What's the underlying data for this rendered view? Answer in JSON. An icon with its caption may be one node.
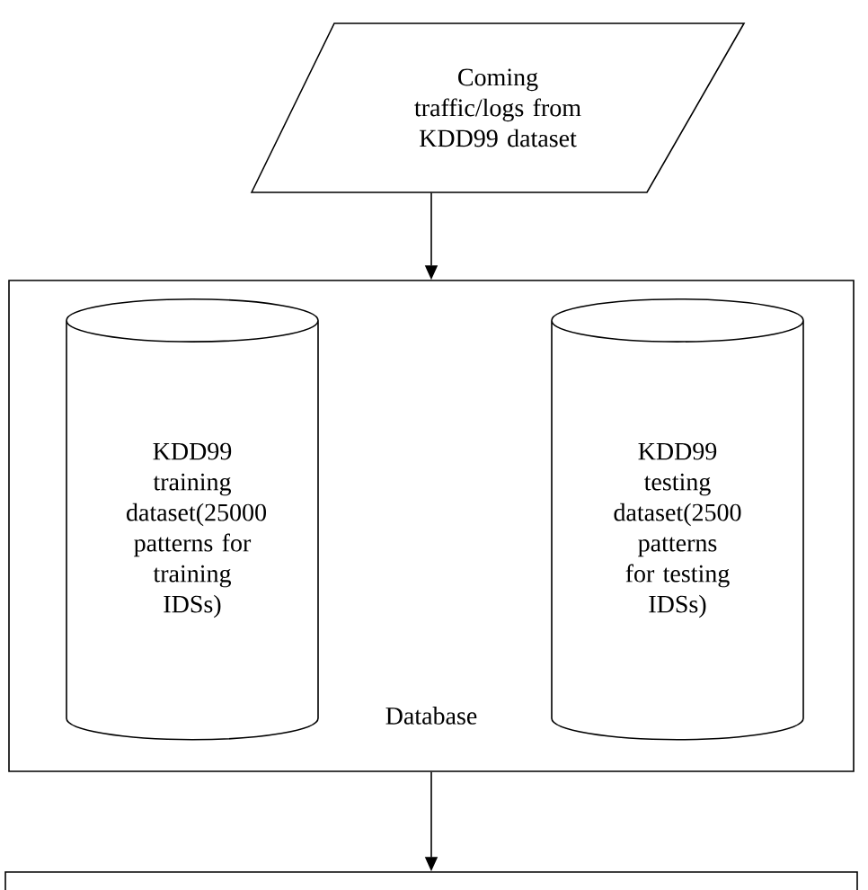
{
  "diagram": {
    "nodes": [
      {
        "text": [
          "Coming traffic/logs from KDD99 dataset"
        ]
      },
      {
        "text": [
          "Database"
        ]
      },
      {
        "text": [
          "KDD99 training dataset(25000 patterns for training IDSs)"
        ],
        "in": 1
      },
      {
        "text": [
          "KDD99 testing dataset(2500 patterns for testing IDSs)"
        ],
        "in": 1
      },
      {
        "text": [],
        "shape": "box"
      }
    ],
    "edges": [
      {
        "from": 0,
        "to": 1,
        "arrow": "to"
      },
      {
        "from": 1,
        "to": 4,
        "arrow": "to"
      }
    ]
  }
}
